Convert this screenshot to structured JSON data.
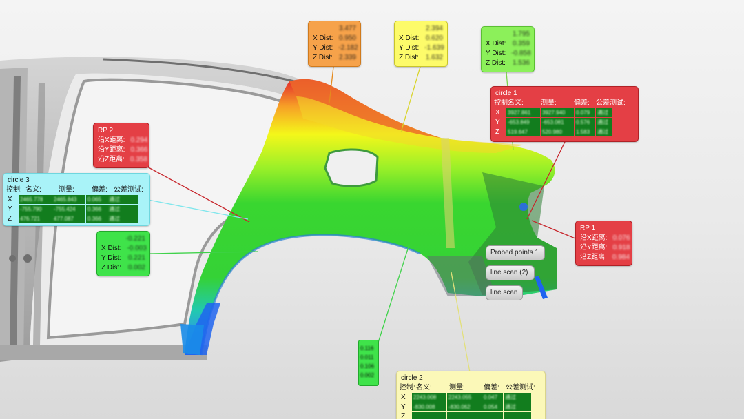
{
  "dist_orange": {
    "top": "3.477",
    "rows": [
      {
        "label": "X Dist:",
        "value": "0.950"
      },
      {
        "label": "Y Dist:",
        "value": "-2.182"
      },
      {
        "label": "Z Dist:",
        "value": "2.339"
      }
    ]
  },
  "dist_yellow": {
    "top": "2.394",
    "rows": [
      {
        "label": "X Dist:",
        "value": "0.620"
      },
      {
        "label": "Y Dist:",
        "value": "-1.639"
      },
      {
        "label": "Z Dist:",
        "value": "1.632"
      }
    ]
  },
  "dist_lime": {
    "top": "1.795",
    "rows": [
      {
        "label": "X Dist:",
        "value": "0.359"
      },
      {
        "label": "Y Dist:",
        "value": "-0.858"
      },
      {
        "label": "Z Dist:",
        "value": "1.536"
      }
    ]
  },
  "dist_green": {
    "top": "-0.221",
    "rows": [
      {
        "label": "X Dist:",
        "value": "-0.003"
      },
      {
        "label": "Y Dist:",
        "value": "0.221"
      },
      {
        "label": "Z Dist:",
        "value": "0.002"
      }
    ]
  },
  "rp2": {
    "title": "RP 2",
    "rows": [
      {
        "label": "沿X距离:",
        "value": "0.294"
      },
      {
        "label": "沿Y距离:",
        "value": "0.366"
      },
      {
        "label": "沿Z距离:",
        "value": "0.358"
      }
    ]
  },
  "rp1": {
    "title": "RP 1",
    "rows": [
      {
        "label": "沿X距离:",
        "value": "0.076"
      },
      {
        "label": "沿Y距离:",
        "value": "0.918"
      },
      {
        "label": "沿Z距离:",
        "value": "0.984"
      }
    ]
  },
  "circle1": {
    "title": "circle 1",
    "headers": [
      "控制:",
      "名义:",
      "测量:",
      "偏差:",
      "公差测试:"
    ],
    "axes": [
      "X",
      "Y",
      "Z"
    ],
    "rows": [
      [
        "3927.861",
        "3927.940",
        "0.079",
        "通过"
      ],
      [
        "-653.849",
        "-653.081",
        "0.576",
        "通过"
      ],
      [
        "519.647",
        "520.980",
        "1.583",
        "通过"
      ]
    ]
  },
  "circle3": {
    "title": "circle 3",
    "headers": [
      "控制:",
      "名义:",
      "测量:",
      "偏差:",
      "公差测试:"
    ],
    "axes": [
      "X",
      "Y",
      "Z"
    ],
    "rows": [
      [
        "2465.778",
        "2465.843",
        "0.065",
        "通过"
      ],
      [
        "-755.790",
        "-755.424",
        "0.366",
        "通过"
      ],
      [
        "476.721",
        "477.087",
        "0.366",
        "通过"
      ]
    ]
  },
  "circle2": {
    "title": "circle 2",
    "headers": [
      "控制:",
      "名义:",
      "测量:",
      "偏差:",
      "公差测试:"
    ],
    "axes": [
      "X",
      "Y",
      "Z"
    ],
    "rows": [
      [
        "2243.008",
        "2243.055",
        "0.047",
        "通过"
      ],
      [
        "-830.008",
        "-830.062",
        "0.054",
        "通过"
      ],
      [
        "",
        "",
        "",
        ""
      ]
    ]
  },
  "vertical_values": [
    "0.116",
    "0.011",
    "0.106",
    "0.002"
  ],
  "tags": {
    "probed": "Probed points 1",
    "line_scan_2": "line scan (2)",
    "line_scan": "line scan"
  },
  "colors": {
    "deviation_red": "#e3262d",
    "deviation_yellow": "#f4f71a",
    "deviation_green": "#39d630",
    "deviation_blue": "#1e64f0",
    "frame_gray": "#b9b9b9"
  }
}
